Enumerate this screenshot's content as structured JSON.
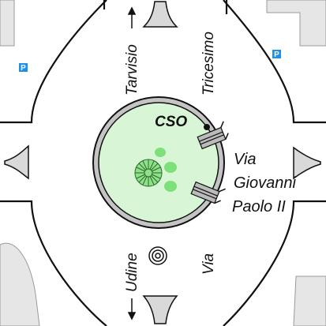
{
  "map": {
    "roads": {
      "north_left": "Tarvisio",
      "north_right": "Tricesimo",
      "south_left": "Udine",
      "south_right": "Via",
      "east": [
        "Via",
        "Giovanni",
        "Paolo II"
      ]
    },
    "landmark": "CSO",
    "parking_symbol": "P",
    "direction_arrows": [
      "up",
      "down"
    ],
    "colors": {
      "island_fill": "#d8f5d6",
      "island_ring": "#c4c4c4",
      "green_blobs": "#7ee07a",
      "tree_fill": "#8fe08a",
      "buildings": "#e6e6e6",
      "parking_blue": "#1e90e8",
      "road_edge": "#111111"
    },
    "icons": [
      "parking-icon",
      "tree-icon",
      "monument-icon",
      "pedestrian-crossing-icon",
      "arrow-up-icon",
      "arrow-down-icon"
    ]
  }
}
